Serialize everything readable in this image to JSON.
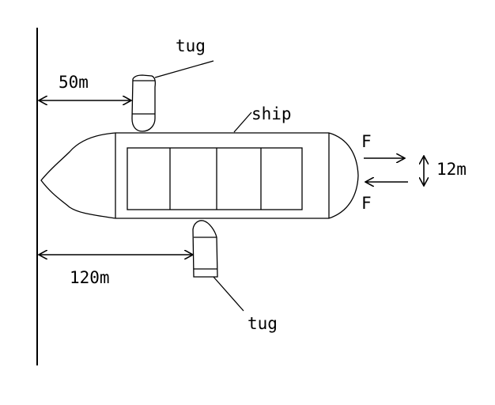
{
  "labels": {
    "tug_top": "tug",
    "tug_bottom": "tug",
    "ship": "ship",
    "dist_top": "50m",
    "dist_bottom": "120m",
    "force_top": "F",
    "force_bottom": "F",
    "separation": "12m"
  },
  "colors": {
    "ink": "#000000",
    "paper": "#ffffff"
  }
}
